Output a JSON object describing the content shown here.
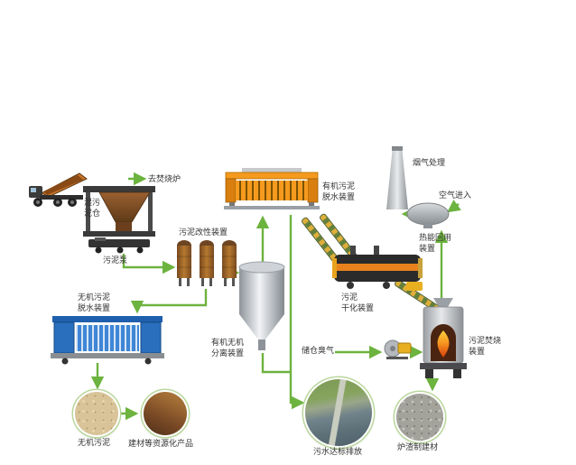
{
  "diagram": {
    "labels": {
      "to_incinerator": "去焚烧炉",
      "wet_sludge_silo": "湿污泥仓",
      "sludge_pump": "污泥泵",
      "sludge_modification_device": "污泥改性装置",
      "inorganic_dewatering_device": "无机污泥\n脱水装置",
      "separation_device": "有机无机\n分离装置",
      "organic_dewatering_device": "有机污泥\n脱水装置",
      "sludge_drying_device": "污泥\n干化装置",
      "flue_gas_treatment": "烟气处理",
      "air_inlet": "空气进入",
      "heat_recovery_device": "热能回用\n装置",
      "sludge_incineration_device": "污泥焚烧\n装置",
      "storage_odor_gas": "储仓臭气",
      "inorganic_sludge": "无机污泥",
      "building_material_products": "建材等资源化产品",
      "wastewater_discharge": "污水达标排放",
      "slag_building_material": "炉渣制建材"
    },
    "colors": {
      "arrow_green": "#6db33f",
      "vessel_brown": "#9a6330",
      "press_blue": "#2a6fbd",
      "press_orange": "#f59a1e",
      "steel_grey": "#b9bdc1",
      "flame_orange": "#f07818"
    }
  }
}
